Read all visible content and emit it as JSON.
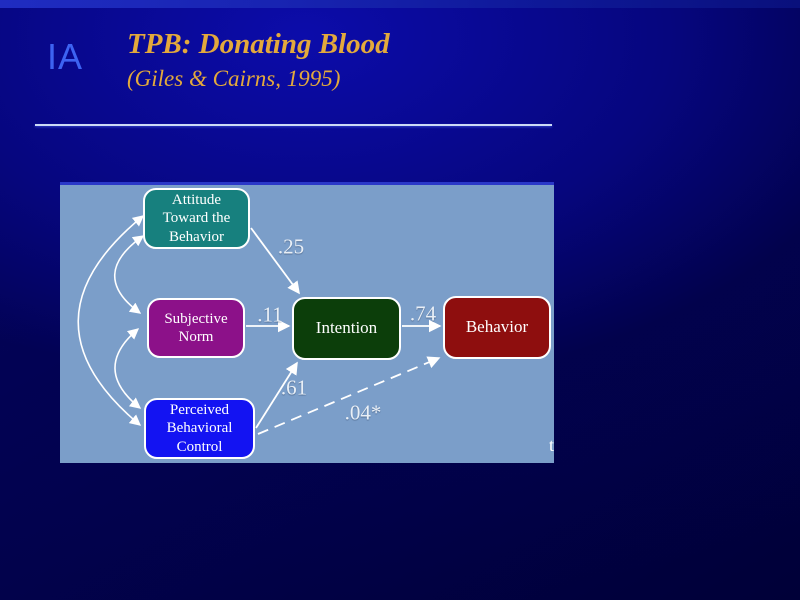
{
  "header": {
    "logo": "IA",
    "title": "TPB: Donating Blood",
    "subtitle": "(Giles & Cairns, 1995)"
  },
  "diagram": {
    "panel_color": "#7B9EC9",
    "nodes": {
      "attitude": {
        "label": "Attitude\nToward the\nBehavior",
        "color": "#17807E"
      },
      "subjective_norm": {
        "label": "Subjective\nNorm",
        "color": "#8C1189"
      },
      "pbc": {
        "label": "Perceived\nBehavioral\nControl",
        "color": "#1313F2"
      },
      "intention": {
        "label": "Intention",
        "color": "#0C3E0A"
      },
      "behavior": {
        "label": "Behavior",
        "color": "#8E0E0E"
      }
    },
    "coefficients": {
      "attitude_to_intention": ".25",
      "subjective_norm_to_intention": ".11",
      "intention_to_behavior": ".74",
      "pbc_to_intention": ".61",
      "pbc_to_behavior": ".04*"
    },
    "stray_text": "t"
  },
  "colors": {
    "title_gold": "#E3A93C",
    "logo_blue": "#3D63F2",
    "arrow_white": "#FFFFFF",
    "background_navy": "#02025A"
  }
}
